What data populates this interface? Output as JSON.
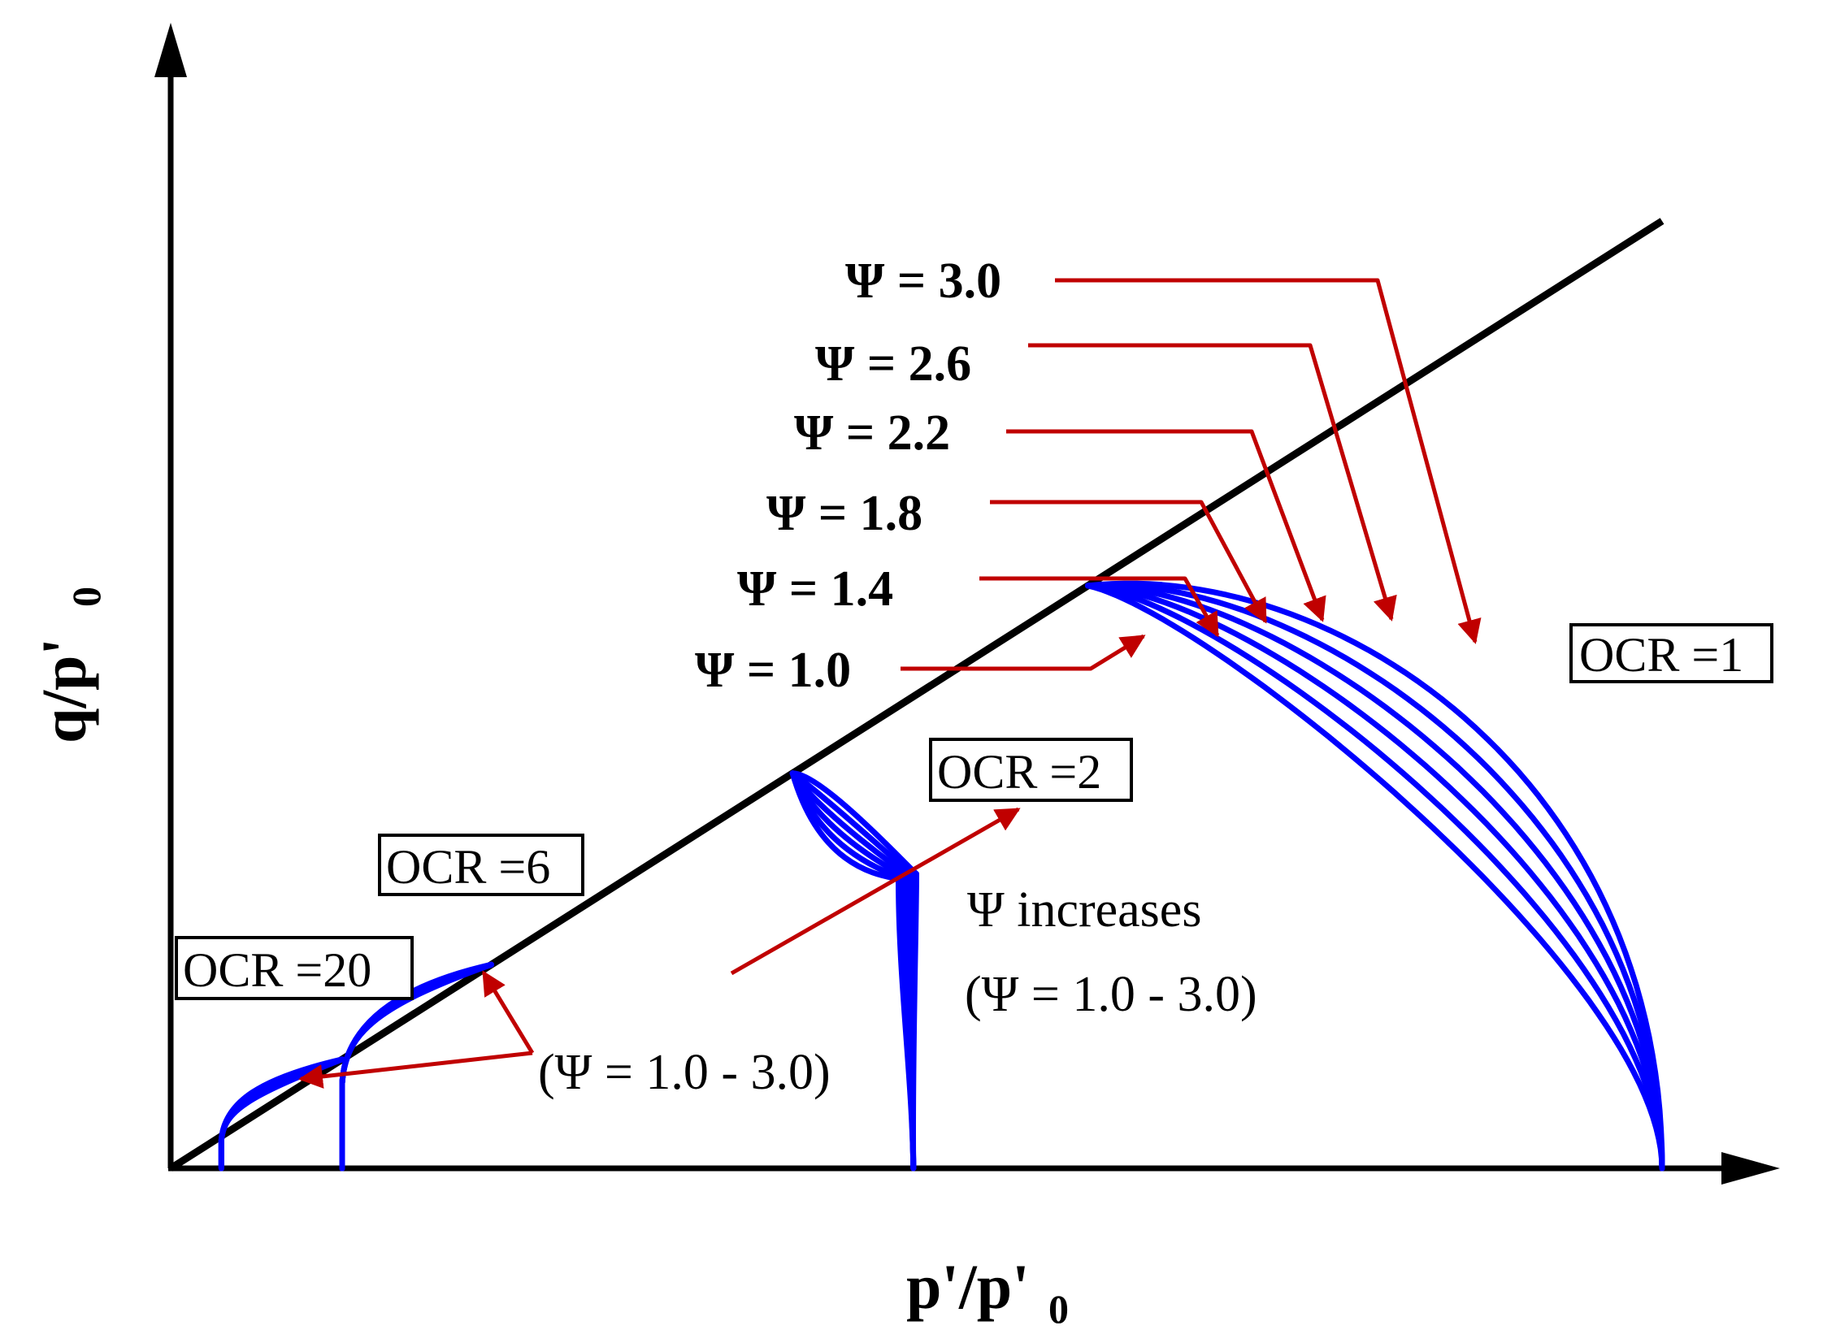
{
  "chart_data": {
    "type": "line",
    "title": "",
    "xlabel": "p'/p'",
    "xlabel_sub": "0",
    "ylabel": "q/p'",
    "ylabel_sub": "0",
    "grid": false,
    "critical_state_line": {
      "slope": 1.0
    },
    "psi_values": [
      1.0,
      1.4,
      1.8,
      2.2,
      2.6,
      3.0
    ],
    "psi_labels": [
      "Ψ = 1.0",
      "Ψ = 1.4",
      "Ψ = 1.8",
      "Ψ = 2.2",
      "Ψ = 2.6",
      "Ψ = 3.0"
    ],
    "groups": [
      {
        "ocr": 1,
        "label": "OCR =1",
        "p0": 1.0
      },
      {
        "ocr": 2,
        "label": "OCR =2",
        "p0": 0.5
      },
      {
        "ocr": 6,
        "label": "OCR =6",
        "p0": 0.167
      },
      {
        "ocr": 20,
        "label": "OCR =20",
        "p0": 0.05
      }
    ],
    "annotations": {
      "psi_increases": "Ψ increases",
      "psi_range_right": "(Ψ = 1.0 - 3.0)",
      "psi_range_left": "(Ψ = 1.0 - 3.0)"
    }
  },
  "colors": {
    "curves": "#0000ff",
    "arrows": "#c00000",
    "axes": "#000000"
  },
  "icons": {
    "axis_arrow": "arrowhead",
    "pointer_arrow": "arrowhead"
  }
}
